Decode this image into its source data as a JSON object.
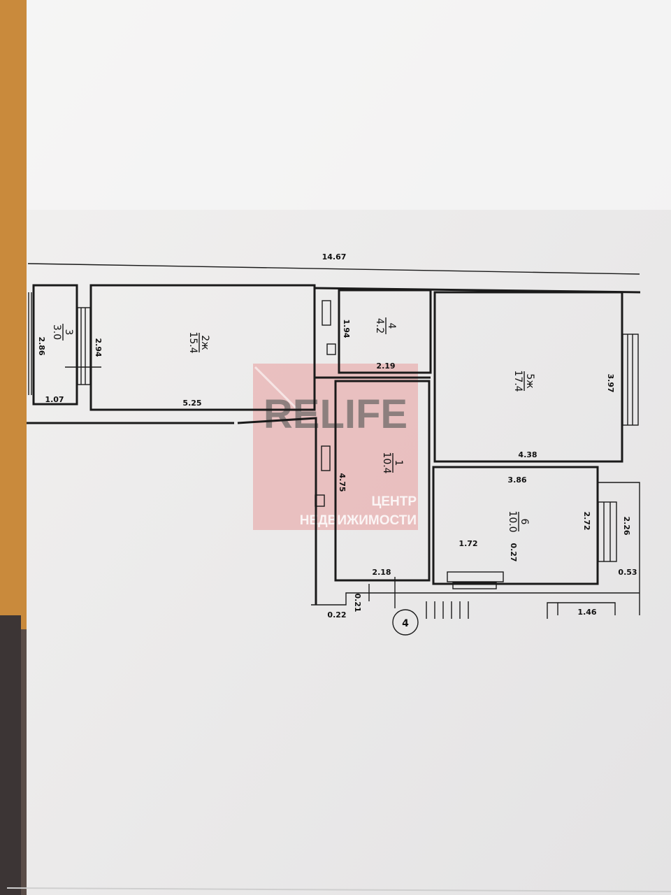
{
  "plan": {
    "overall_width": "14.67",
    "rooms": [
      {
        "number": "3",
        "area": "3.0",
        "dims": [
          "2.86",
          "1.07"
        ]
      },
      {
        "number": "2ж",
        "area": "15.4",
        "dims": [
          "2.94",
          "5.25"
        ]
      },
      {
        "number": "4",
        "area": "4.2",
        "dims": [
          "1.94",
          "2.19"
        ]
      },
      {
        "number": "5ж",
        "area": "17.4",
        "dims": [
          "3.97",
          "4.38"
        ]
      },
      {
        "number": "1",
        "area": "10.4",
        "dims": [
          "4.75",
          "2.18"
        ]
      },
      {
        "number": "6",
        "area": "10.0",
        "dims": [
          "3.86",
          "2.72",
          "1.72",
          "0.27"
        ]
      }
    ],
    "extra_dims": [
      "2.26",
      "0.53",
      "1.46",
      "0.21",
      "0.22"
    ],
    "stair_marker": "4"
  },
  "watermark": {
    "brand": "RELIFE",
    "line1": "ЦЕНТР",
    "line2": "НЕДВИЖИМОСТИ",
    "color": "#e8a3a3"
  }
}
